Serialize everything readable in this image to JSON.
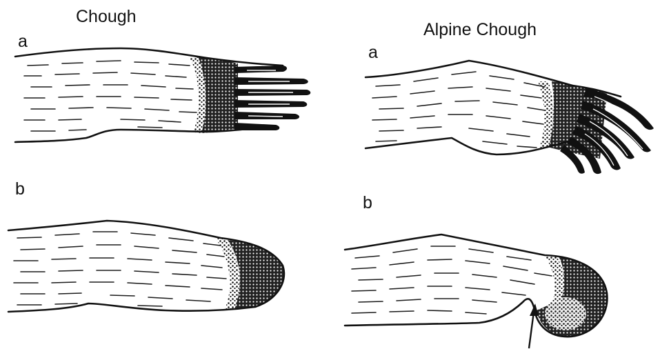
{
  "figure": {
    "left_title": "Chough",
    "right_title": "Alpine Chough",
    "left_a": "a",
    "left_b": "b",
    "right_a": "a",
    "right_b": "b"
  },
  "colors": {
    "ink": "#111111",
    "background": "#ffffff"
  },
  "icons": {
    "arrow": "up-arrow-icon"
  }
}
